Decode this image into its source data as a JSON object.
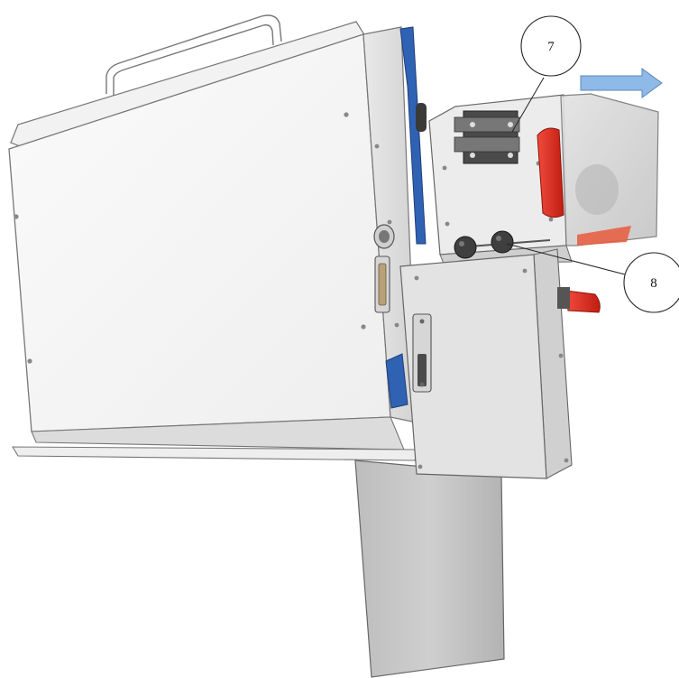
{
  "callouts": [
    {
      "id": "7",
      "label": "7"
    },
    {
      "id": "8",
      "label": "8"
    }
  ],
  "colors": {
    "body_light": "#f7f7f7",
    "body_mid": "#e6e6e6",
    "body_dark": "#bdbdbd",
    "outline": "#6e6e6e",
    "blue_rail": "#2f62b3",
    "red_lever": "#e02b1f",
    "arrow": "#8fb9e6",
    "glass": "#cfcfcf"
  },
  "icons": {
    "direction": "arrow-right-icon"
  }
}
